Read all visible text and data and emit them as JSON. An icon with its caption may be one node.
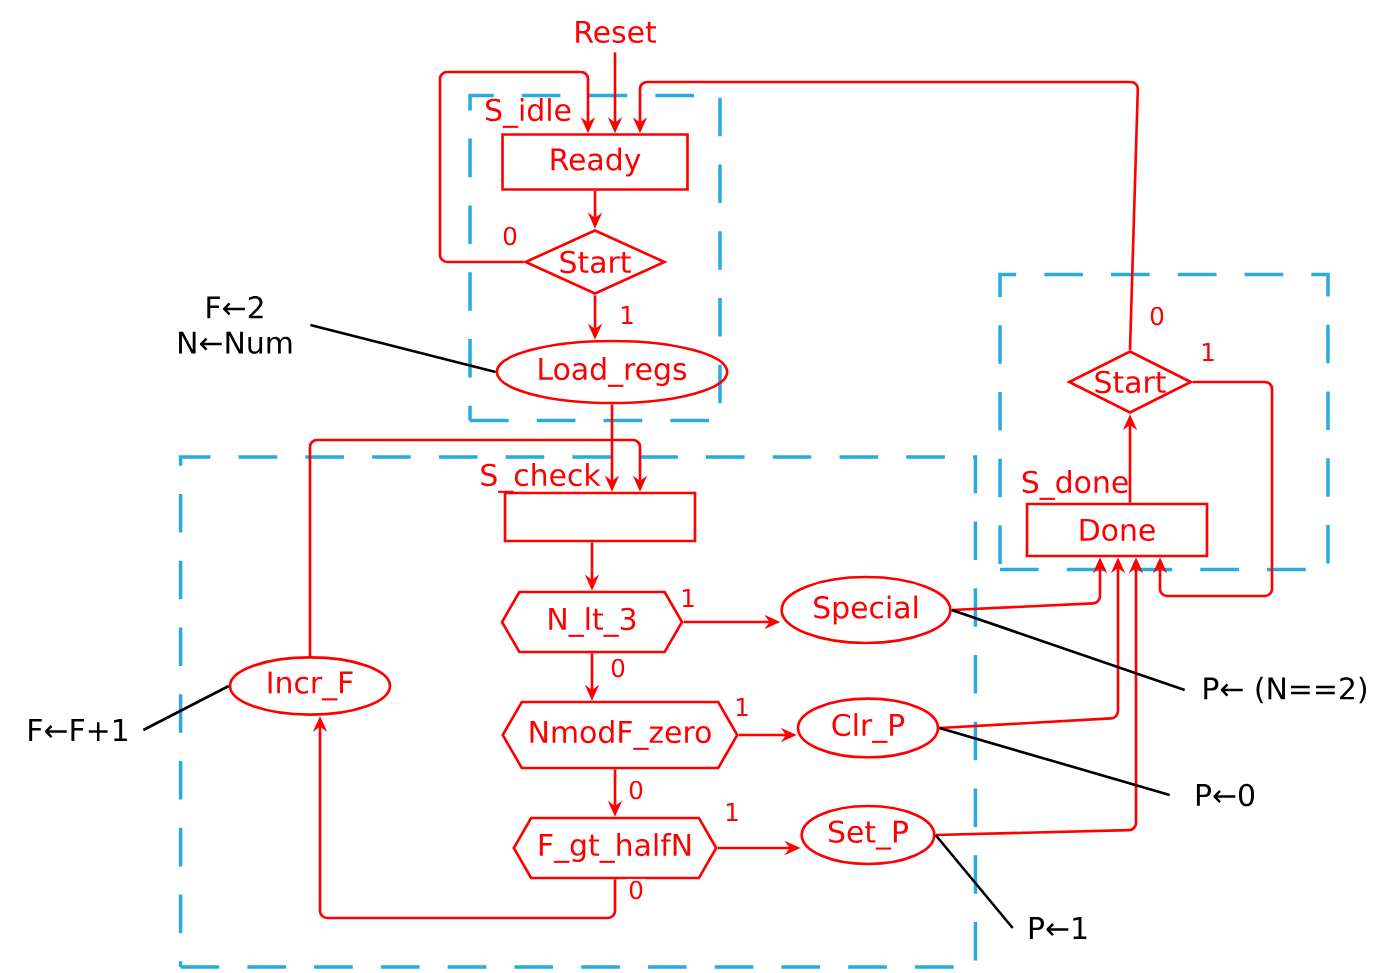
{
  "diagram": {
    "nodes": [
      {
        "text": [],
        "shape": "box"
      },
      {
        "text": [
          "Reset"
        ]
      },
      {
        "text": [
          "Ready"
        ],
        "beside": [
          "S_idle"
        ],
        "in": 0
      },
      {
        "text": [
          "Start"
        ],
        "in": 0
      },
      {
        "text": [
          "Load_regs"
        ],
        "in": 0
      },
      {
        "text": [],
        "shape": "box"
      },
      {
        "text": [],
        "shape": "box",
        "beside": [
          "S_check"
        ],
        "in": 5
      },
      {
        "text": [
          "N_lt_3"
        ],
        "in": 5
      },
      {
        "text": [
          "NmodF_zero"
        ],
        "in": 5
      },
      {
        "text": [
          "F_gt_halfN"
        ],
        "in": 5
      },
      {
        "text": [
          "Special"
        ],
        "in": 5
      },
      {
        "text": [
          "Clr_P"
        ],
        "in": 5
      },
      {
        "text": [
          "Set_P"
        ],
        "in": 5
      },
      {
        "text": [
          "Incr_F"
        ],
        "in": 5
      },
      {
        "text": [],
        "shape": "box"
      },
      {
        "text": [
          "Done"
        ],
        "beside": [
          "S_done"
        ],
        "in": 14
      },
      {
        "text": [
          "Start"
        ],
        "in": 14
      },
      {
        "text": [
          "F←2",
          "N←Num"
        ]
      },
      {
        "text": [
          "F←F+1"
        ]
      },
      {
        "text": [
          "P← (N==2)"
        ]
      },
      {
        "text": [
          "P←0"
        ]
      },
      {
        "text": [
          "P←1"
        ]
      }
    ],
    "edges": [
      {
        "from": 1,
        "to": 2,
        "arrow": "to"
      },
      {
        "from": 2,
        "to": 3,
        "arrow": "to"
      },
      {
        "from": 3,
        "to": 2,
        "arrow": "to",
        "label": "0"
      },
      {
        "from": 3,
        "to": 4,
        "arrow": "to",
        "label": "1"
      },
      {
        "from": 4,
        "to": 6,
        "arrow": "to"
      },
      {
        "from": 6,
        "to": 7,
        "arrow": "to"
      },
      {
        "from": 7,
        "to": 10,
        "arrow": "to",
        "label": "1"
      },
      {
        "from": 7,
        "to": 8,
        "arrow": "to",
        "label": "0"
      },
      {
        "from": 8,
        "to": 11,
        "arrow": "to",
        "label": "1"
      },
      {
        "from": 8,
        "to": 9,
        "arrow": "to",
        "label": "0"
      },
      {
        "from": 9,
        "to": 12,
        "arrow": "to",
        "label": "1"
      },
      {
        "from": 9,
        "to": 13,
        "arrow": "to",
        "label": "0"
      },
      {
        "from": 13,
        "to": 6,
        "arrow": "to"
      },
      {
        "from": 10,
        "to": 15,
        "arrow": "to"
      },
      {
        "from": 11,
        "to": 15,
        "arrow": "to"
      },
      {
        "from": 12,
        "to": 15,
        "arrow": "to"
      },
      {
        "from": 15,
        "to": 16,
        "arrow": "to"
      },
      {
        "from": 16,
        "to": 2,
        "arrow": "to",
        "label": "0"
      },
      {
        "from": 16,
        "to": 15,
        "arrow": "to",
        "label": "1"
      },
      {
        "from": 17,
        "to": 4,
        "arrow": "none",
        "color": "#000000"
      },
      {
        "from": 18,
        "to": 13,
        "arrow": "none",
        "color": "#000000"
      },
      {
        "from": 19,
        "to": 10,
        "arrow": "none",
        "color": "#000000"
      },
      {
        "from": 20,
        "to": 11,
        "arrow": "none",
        "color": "#000000"
      },
      {
        "from": 21,
        "to": 12,
        "arrow": "none",
        "color": "#000000"
      }
    ]
  }
}
